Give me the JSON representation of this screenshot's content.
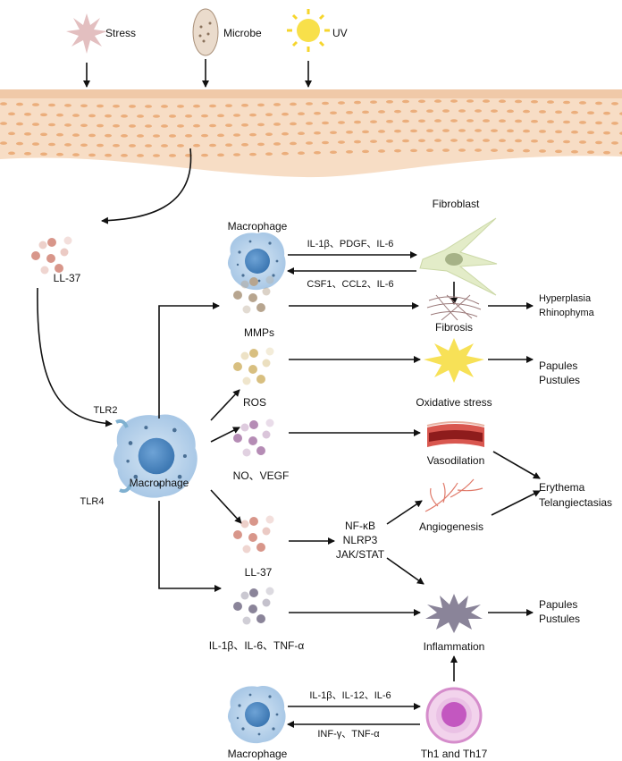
{
  "triggers": [
    {
      "label": "Stress",
      "icon": "stress-burst-icon"
    },
    {
      "label": "Microbe",
      "icon": "microbe-icon"
    },
    {
      "label": "UV",
      "icon": "sun-icon"
    }
  ],
  "skin": {
    "icon": "skin-layer-icon"
  },
  "ll37_top": {
    "label": "LL-37"
  },
  "tlr": {
    "tlr2": "TLR2",
    "tlr4": "TLR4",
    "macrophage": "Macrophage"
  },
  "fibro_axis": {
    "macrophage": "Macrophage",
    "fibroblast": "Fibroblast",
    "forward": "IL-1β、PDGF、IL-6",
    "backward": "CSF1、CCL2、IL-6"
  },
  "mediators": [
    {
      "label": "MMPs",
      "color": "#b7a58f"
    },
    {
      "label": "ROS",
      "color": "#d8bf80"
    },
    {
      "label": "NO、VEGF",
      "color": "#b58cb5"
    },
    {
      "label": "LL-37",
      "color": "#d8968a"
    },
    {
      "label": "IL-1β、IL-6、TNF-α",
      "color": "#8a8499"
    }
  ],
  "pathways": {
    "line1": "NF-κB",
    "line2": "NLRP3",
    "line3": "JAK/STAT"
  },
  "effects": {
    "fibrosis": "Fibrosis",
    "oxidative": "Oxidative stress",
    "vasodilation": "Vasodilation",
    "angiogenesis": "Angiogenesis",
    "inflammation": "Inflammation"
  },
  "outcomes": {
    "fibrosis": [
      "Hyperplasia",
      "Rhinophyma"
    ],
    "oxidative": [
      "Papules",
      "Pustules"
    ],
    "vascular": [
      "Erythema",
      "Telangiectasias"
    ],
    "inflammation": [
      "Papules",
      "Pustules"
    ]
  },
  "th_axis": {
    "macrophage": "Macrophage",
    "th": "Th1 and Th17",
    "forward": "IL-1β、IL-12、IL-6",
    "backward": "INF-γ、TNF-α"
  }
}
